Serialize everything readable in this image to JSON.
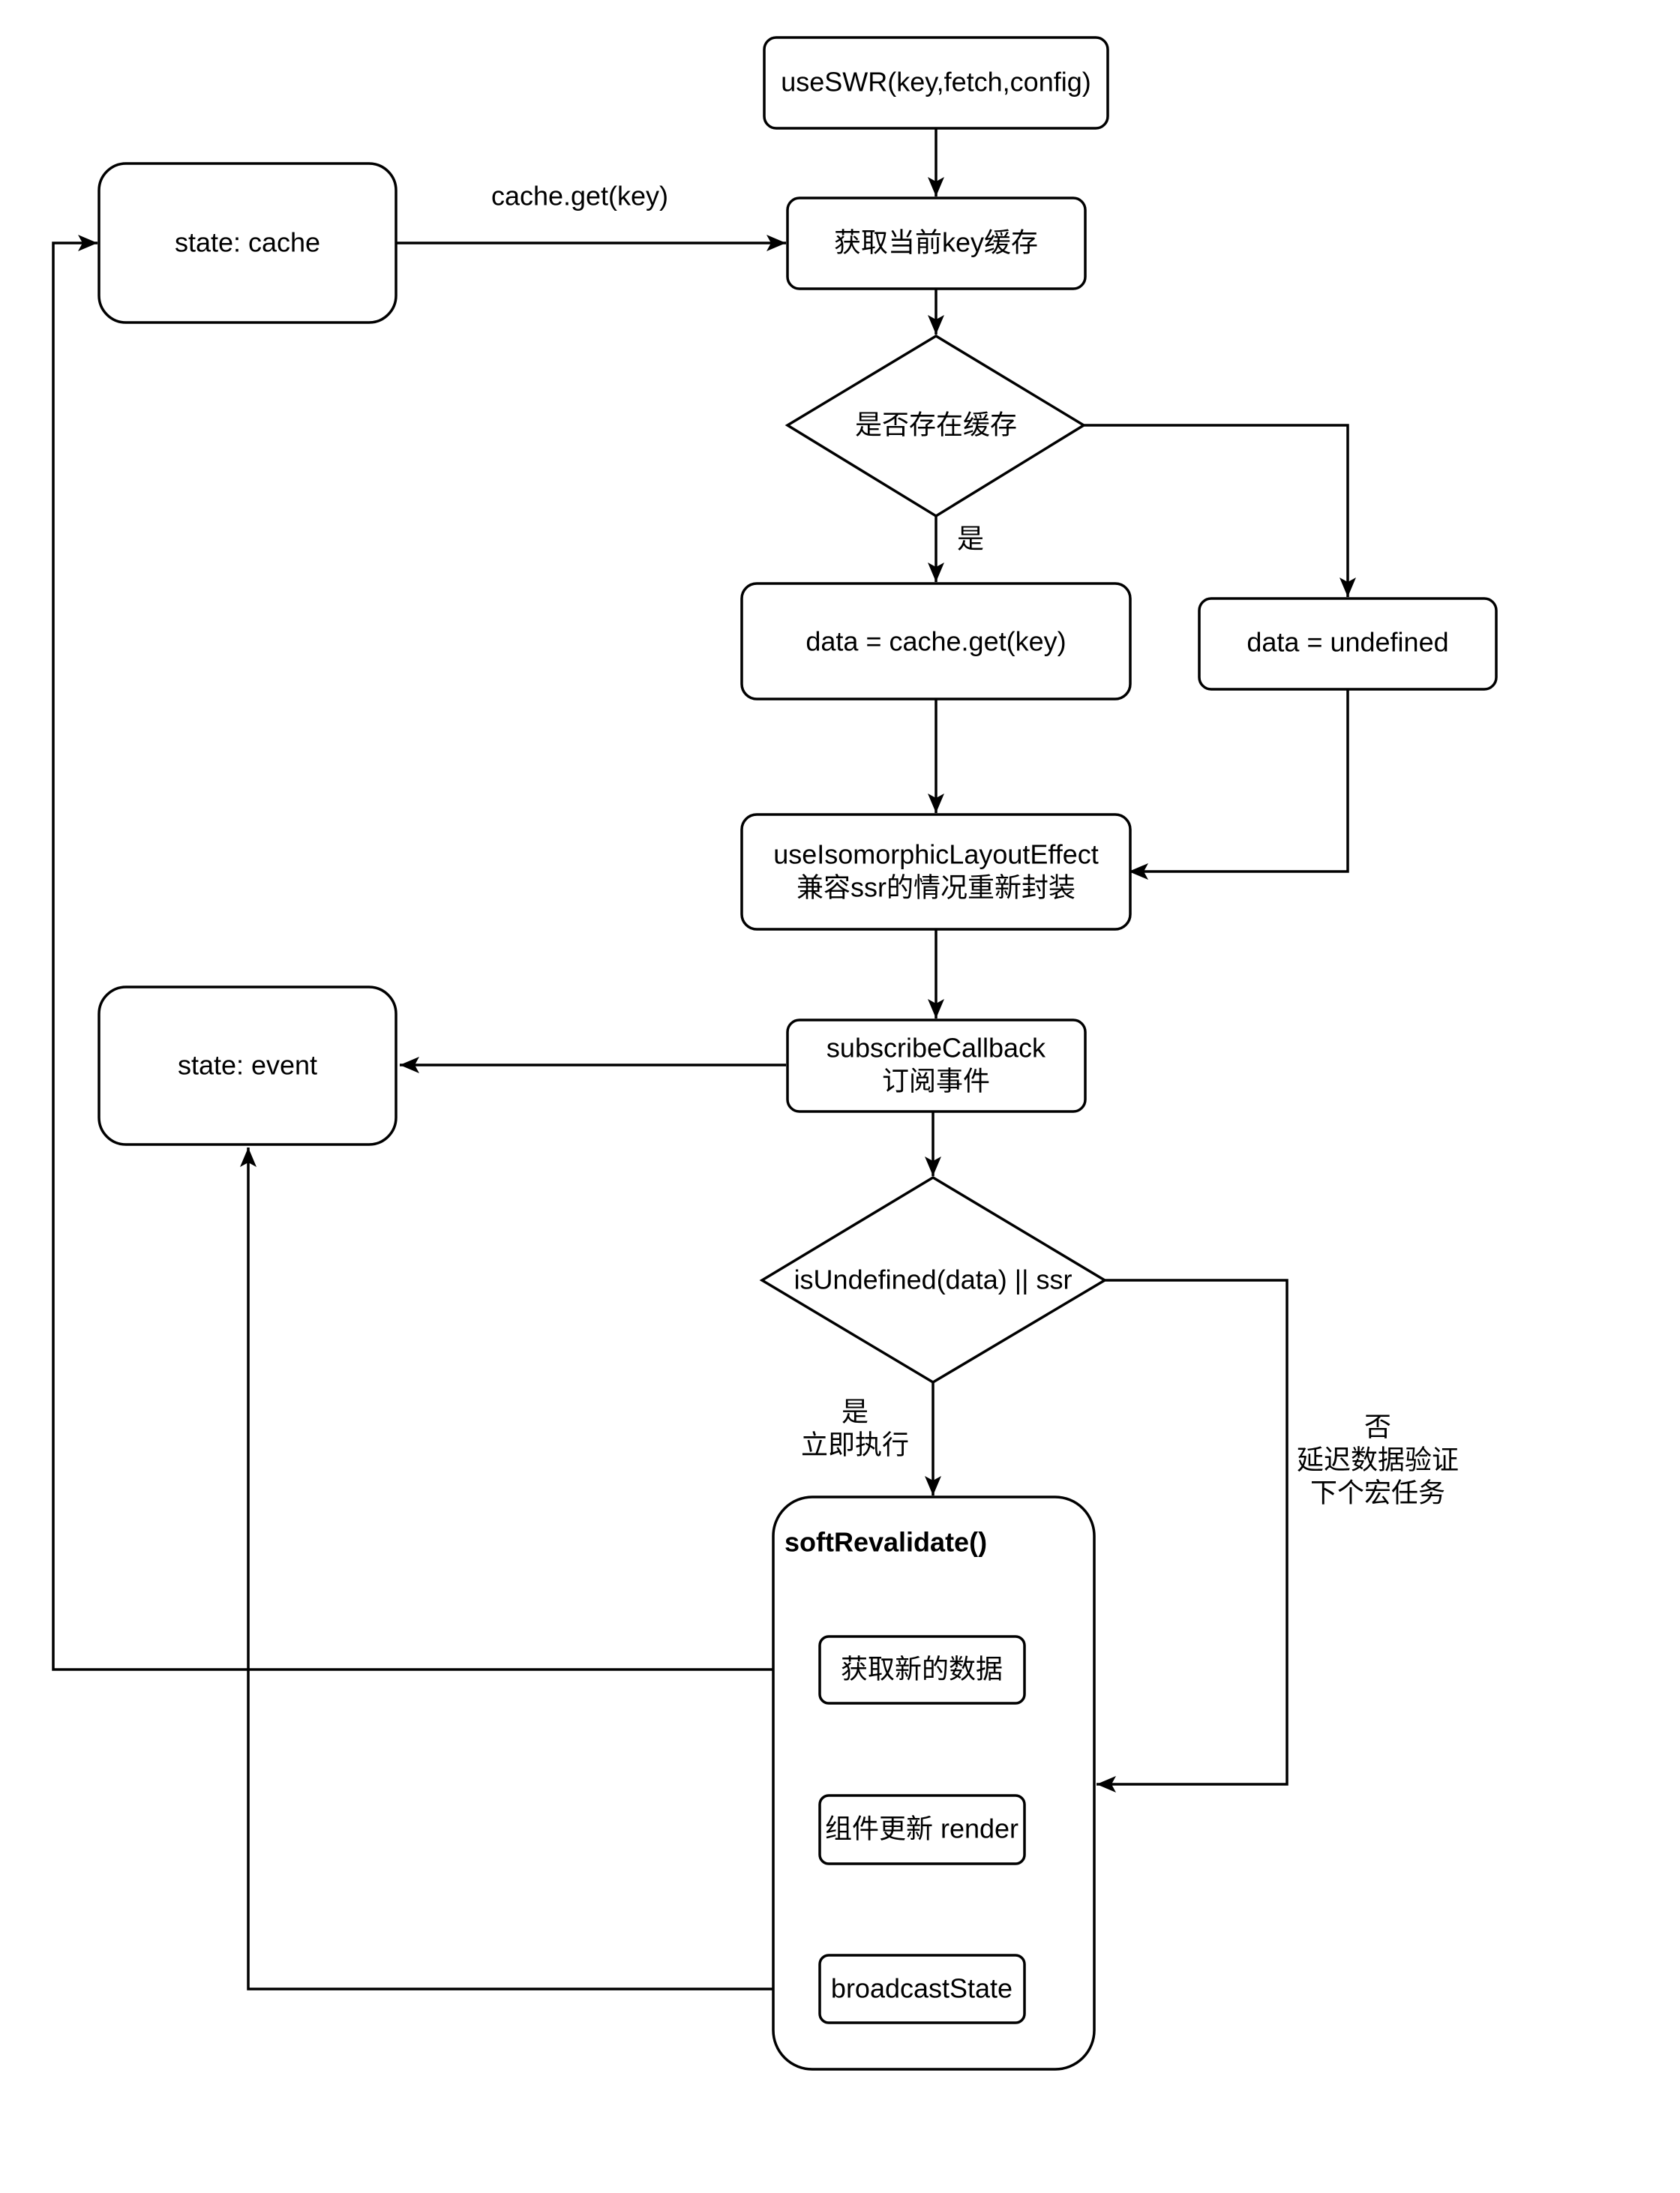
{
  "nodes": {
    "useswr": "useSWR(key,fetch,config)",
    "get_cache": "获取当前key缓存",
    "state_cache": "state: cache",
    "has_cache": "是否存在缓存",
    "data_cache": "data = cache.get(key)",
    "data_undefined": "data = undefined",
    "layout_effect_line1": "useIsomorphicLayoutEffect",
    "layout_effect_line2": "兼容ssr的情况重新封装",
    "subscribe_line1": "subscribeCallback",
    "subscribe_line2": "订阅事件",
    "state_event": "state: event",
    "is_undefined": "isUndefined(data) || ssr",
    "soft_revalidate": "softRevalidate()",
    "fetch_new": "获取新的数据",
    "render": "组件更新 render",
    "broadcast": "broadcastState"
  },
  "edge_labels": {
    "cache_get": "cache.get(key)",
    "yes_has_cache": "是",
    "yes_immediate_line1": "是",
    "yes_immediate_line2": "立即执行",
    "no_line1": "否",
    "no_line2": "延迟数据验证",
    "no_line3": "下个宏任务"
  }
}
